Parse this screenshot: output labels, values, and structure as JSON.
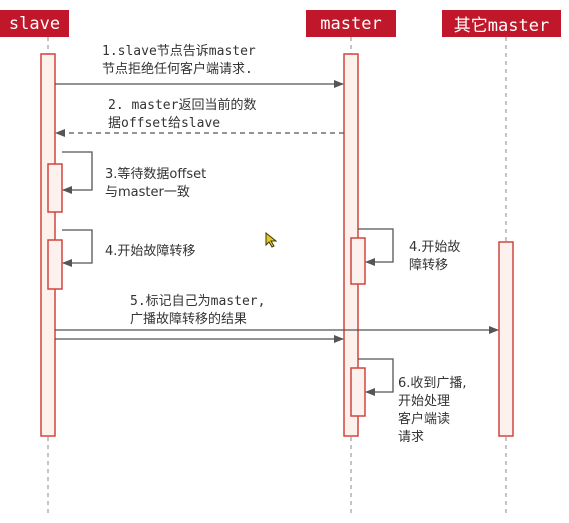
{
  "participants": {
    "slave": "slave",
    "master": "master",
    "other": "其它master"
  },
  "messages": {
    "m1": [
      "1.slave节点告诉master",
      "节点拒绝任何客户端请求."
    ],
    "m2": [
      "2. master返回当前的数",
      "据offset给slave"
    ],
    "m3": [
      "3.等待数据offset",
      "与master一致"
    ],
    "m4a": [
      "4.开始故障转移"
    ],
    "m4b": [
      "4.开始故",
      "障转移"
    ],
    "m5": [
      "5.标记自己为master,",
      "广播故障转移的结果"
    ],
    "m6": [
      "6.收到广播,",
      "开始处理",
      "客户端读",
      "请求"
    ]
  },
  "colors": {
    "header_bg": "#c0172a",
    "activation_fill": "#fdf1ee",
    "activation_border": "#d0453e",
    "arrow": "#555555"
  }
}
